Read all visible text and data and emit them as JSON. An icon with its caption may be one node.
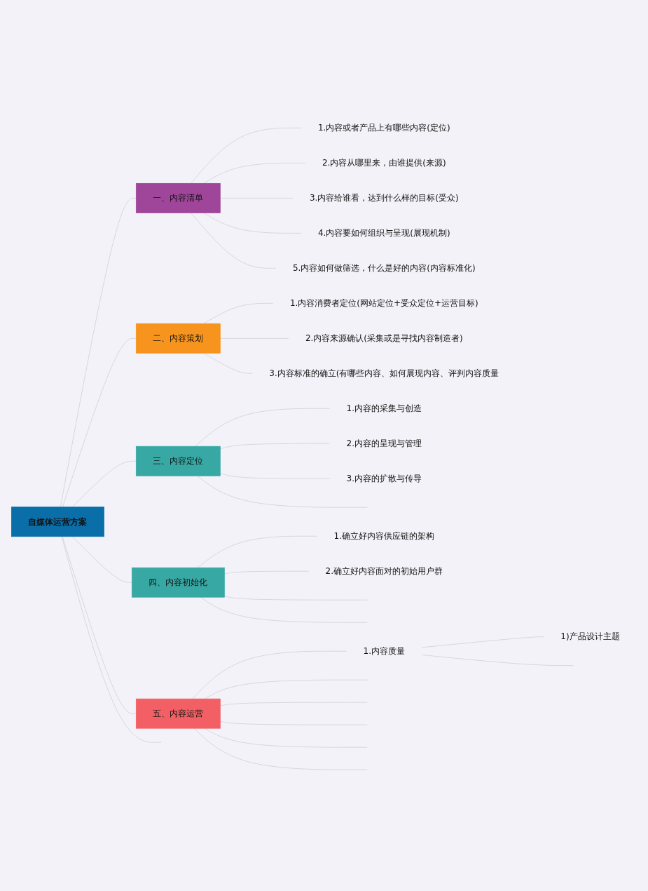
{
  "diagram": {
    "nodes": [
      {
        "text": [
          "自媒体运营方案"
        ]
      },
      {
        "text": [
          "一、内容清单"
        ]
      },
      {
        "text": [
          "1.内容或者产品上有哪些内容(定位)"
        ]
      },
      {
        "text": [
          "2.内容从哪里来，由谁提供(来源)"
        ]
      },
      {
        "text": [
          "3.内容给谁看，达到什么样的目标(受众)"
        ]
      },
      {
        "text": [
          "4.内容要如何组织与呈现(展现机制)"
        ]
      },
      {
        "text": [
          "5.内容如何做筛选，什么是好的内容(内容标准化)"
        ]
      },
      {
        "text": [
          "二、内容策划"
        ]
      },
      {
        "text": [
          "1.内容消费者定位(网站定位+受众定位+运营目标)"
        ]
      },
      {
        "text": [
          "2.内容来源确认(采集或是寻找内容制造者)"
        ]
      },
      {
        "text": [
          "3.内容标准的确立(有哪些内容、如何展现内容、评判内容质量"
        ]
      },
      {
        "text": [
          "三、内容定位"
        ]
      },
      {
        "text": [
          "1.内容的采集与创造"
        ]
      },
      {
        "text": [
          "2.内容的呈现与管理"
        ]
      },
      {
        "text": [
          "3.内容的扩散与传导"
        ]
      },
      {
        "text": [
          "四、内容初始化"
        ]
      },
      {
        "text": [
          "1.确立好内容供应链的架构"
        ]
      },
      {
        "text": [
          "2.确立好内容面对的初始用户群"
        ]
      },
      {
        "text": [
          "五、内容运营"
        ]
      },
      {
        "text": [
          "1.内容质量"
        ]
      },
      {
        "text": [
          "1)产品设计主题"
        ]
      }
    ],
    "edges": [
      {
        "from": 0,
        "to": 1,
        "arrow": "none"
      },
      {
        "from": 1,
        "to": 2,
        "arrow": "none"
      },
      {
        "from": 1,
        "to": 3,
        "arrow": "none"
      },
      {
        "from": 1,
        "to": 4,
        "arrow": "none"
      },
      {
        "from": 1,
        "to": 5,
        "arrow": "none"
      },
      {
        "from": 1,
        "to": 6,
        "arrow": "none"
      },
      {
        "from": 0,
        "to": 7,
        "arrow": "none"
      },
      {
        "from": 7,
        "to": 8,
        "arrow": "none"
      },
      {
        "from": 7,
        "to": 9,
        "arrow": "none"
      },
      {
        "from": 7,
        "to": 10,
        "arrow": "none"
      },
      {
        "from": 0,
        "to": 11,
        "arrow": "none"
      },
      {
        "from": 11,
        "to": 12,
        "arrow": "none"
      },
      {
        "from": 11,
        "to": 13,
        "arrow": "none"
      },
      {
        "from": 11,
        "to": 14,
        "arrow": "none"
      },
      {
        "from": 11,
        "to": null,
        "arrow": "none"
      },
      {
        "from": 0,
        "to": 15,
        "arrow": "none"
      },
      {
        "from": 15,
        "to": 16,
        "arrow": "none"
      },
      {
        "from": 15,
        "to": 17,
        "arrow": "none"
      },
      {
        "from": 15,
        "to": null,
        "arrow": "none"
      },
      {
        "from": 15,
        "to": null,
        "arrow": "none"
      },
      {
        "from": 0,
        "to": 18,
        "arrow": "none"
      },
      {
        "from": 18,
        "to": 19,
        "arrow": "none"
      },
      {
        "from": 19,
        "to": 20,
        "arrow": "none"
      },
      {
        "from": 19,
        "to": null,
        "arrow": "none"
      },
      {
        "from": 18,
        "to": null,
        "arrow": "none"
      },
      {
        "from": 18,
        "to": null,
        "arrow": "none"
      },
      {
        "from": 18,
        "to": null,
        "arrow": "none"
      },
      {
        "from": 18,
        "to": null,
        "arrow": "none"
      },
      {
        "from": 18,
        "to": null,
        "arrow": "none"
      },
      {
        "from": 0,
        "to": null,
        "arrow": "none"
      }
    ]
  }
}
